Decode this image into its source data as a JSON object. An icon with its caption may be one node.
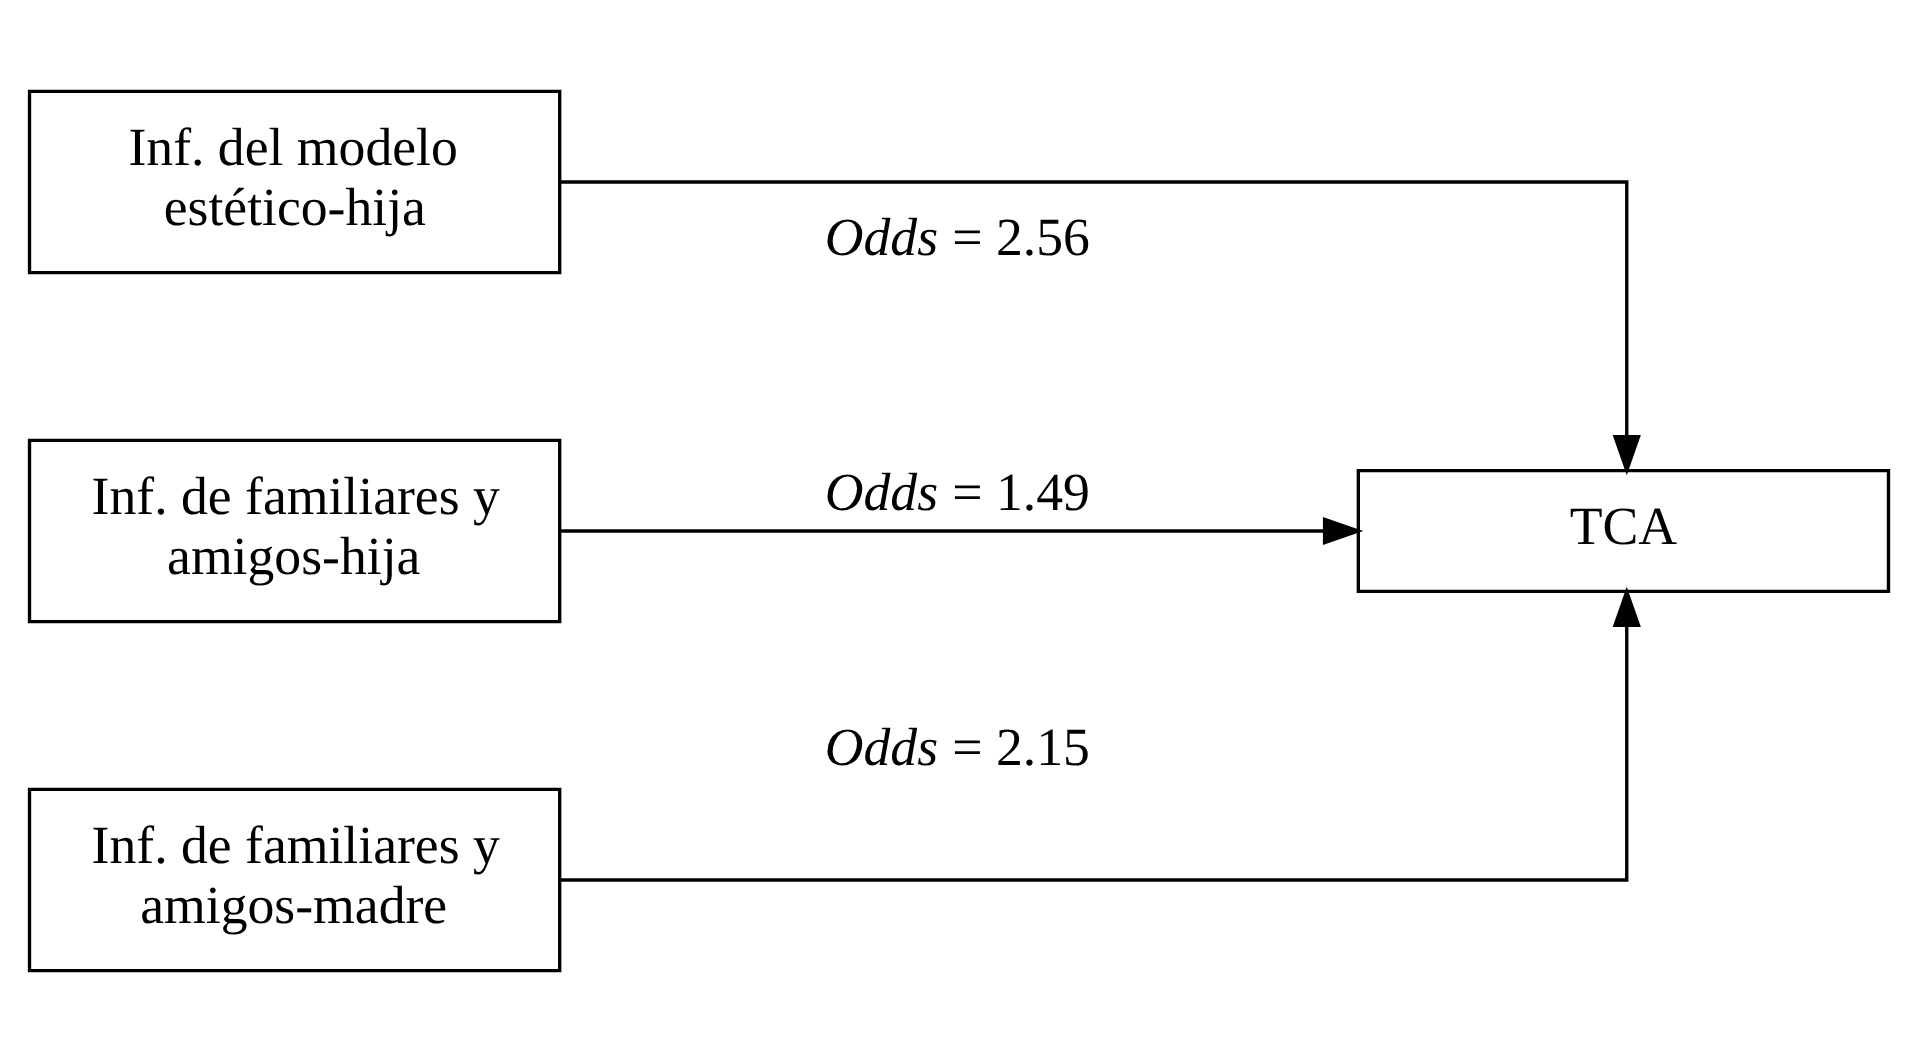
{
  "diagram": {
    "nodes": [
      {
        "text": [
          "Inf. del modelo estético-hija"
        ]
      },
      {
        "text": [
          "Inf. de familiares y amigos-hija"
        ]
      },
      {
        "text": [
          "Inf. de familiares y amigos-madre"
        ]
      },
      {
        "text": [
          "TCA"
        ]
      }
    ],
    "edges": [
      {
        "from": 0,
        "to": 3,
        "arrow": "to",
        "label": "*Odds* = 2.56"
      },
      {
        "from": 1,
        "to": 3,
        "arrow": "to",
        "label": "*Odds* = 1.49"
      },
      {
        "from": 2,
        "to": 3,
        "arrow": "to",
        "label": "*Odds* = 2.15"
      }
    ]
  }
}
